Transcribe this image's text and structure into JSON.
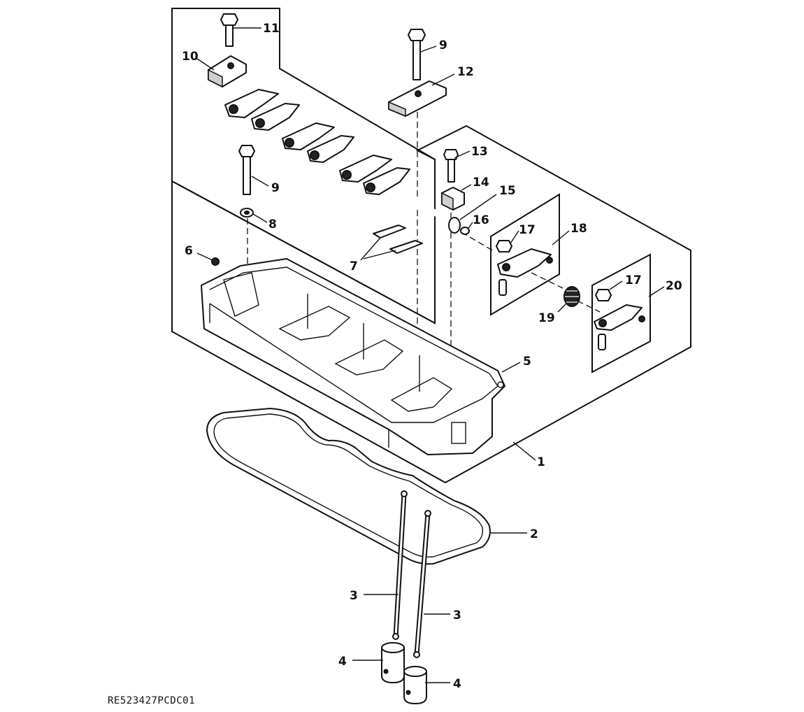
{
  "callouts": [
    {
      "id": "1",
      "text": "1"
    },
    {
      "id": "2",
      "text": "2"
    },
    {
      "id": "3a",
      "text": "3"
    },
    {
      "id": "3b",
      "text": "3"
    },
    {
      "id": "4a",
      "text": "4"
    },
    {
      "id": "4b",
      "text": "4"
    },
    {
      "id": "5",
      "text": "5"
    },
    {
      "id": "6",
      "text": "6"
    },
    {
      "id": "7",
      "text": "7"
    },
    {
      "id": "8",
      "text": "8"
    },
    {
      "id": "9a",
      "text": "9"
    },
    {
      "id": "9b",
      "text": "9"
    },
    {
      "id": "10",
      "text": "10"
    },
    {
      "id": "11",
      "text": "11"
    },
    {
      "id": "12",
      "text": "12"
    },
    {
      "id": "13",
      "text": "13"
    },
    {
      "id": "14",
      "text": "14"
    },
    {
      "id": "15",
      "text": "15"
    },
    {
      "id": "16",
      "text": "16"
    },
    {
      "id": "17a",
      "text": "17"
    },
    {
      "id": "17b",
      "text": "17"
    },
    {
      "id": "18",
      "text": "18"
    },
    {
      "id": "19",
      "text": "19"
    },
    {
      "id": "20",
      "text": "20"
    }
  ],
  "reference_code": "RE523427PCDC01"
}
